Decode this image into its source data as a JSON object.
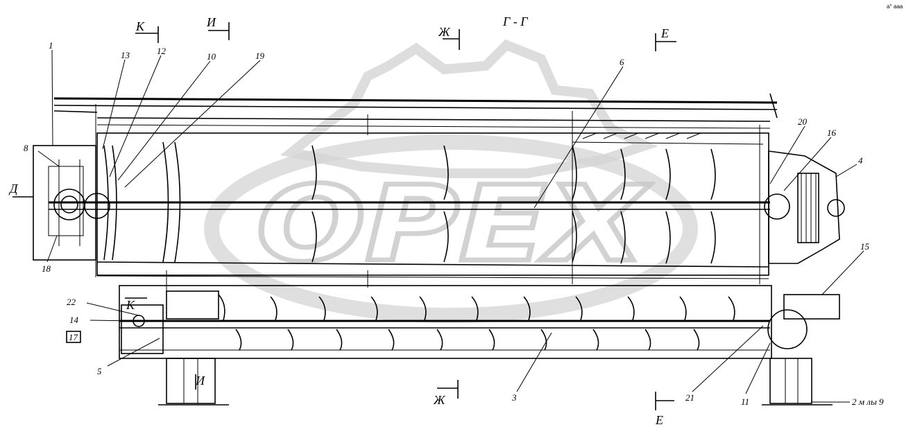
{
  "title": "Г - Г",
  "watermark": "ОРЕХ",
  "corner_mark": "а° ааа",
  "section_marks": {
    "K_top": "К",
    "I_top": "И",
    "Zh_top": "Ж",
    "E_top": "Е",
    "D_left": "Д",
    "K_low": "К",
    "I_low": "И",
    "Zh_bottom": "Ж",
    "E_bottom": "Е"
  },
  "callouts": {
    "c1": "1",
    "c13": "13",
    "c12": "12",
    "c10": "10",
    "c19": "19",
    "c6": "6",
    "c20": "20",
    "c16": "16",
    "c4": "4",
    "c8": "8",
    "c18": "18",
    "c22": "22",
    "c14": "14",
    "c17": "17",
    "c5": "5",
    "c3": "3",
    "c21": "21",
    "c11": "11",
    "c15": "15",
    "c2": "2 м лы 9"
  },
  "colors": {
    "ink": "#000000",
    "paper": "#ffffff",
    "watermark": "#c8c8c8"
  }
}
